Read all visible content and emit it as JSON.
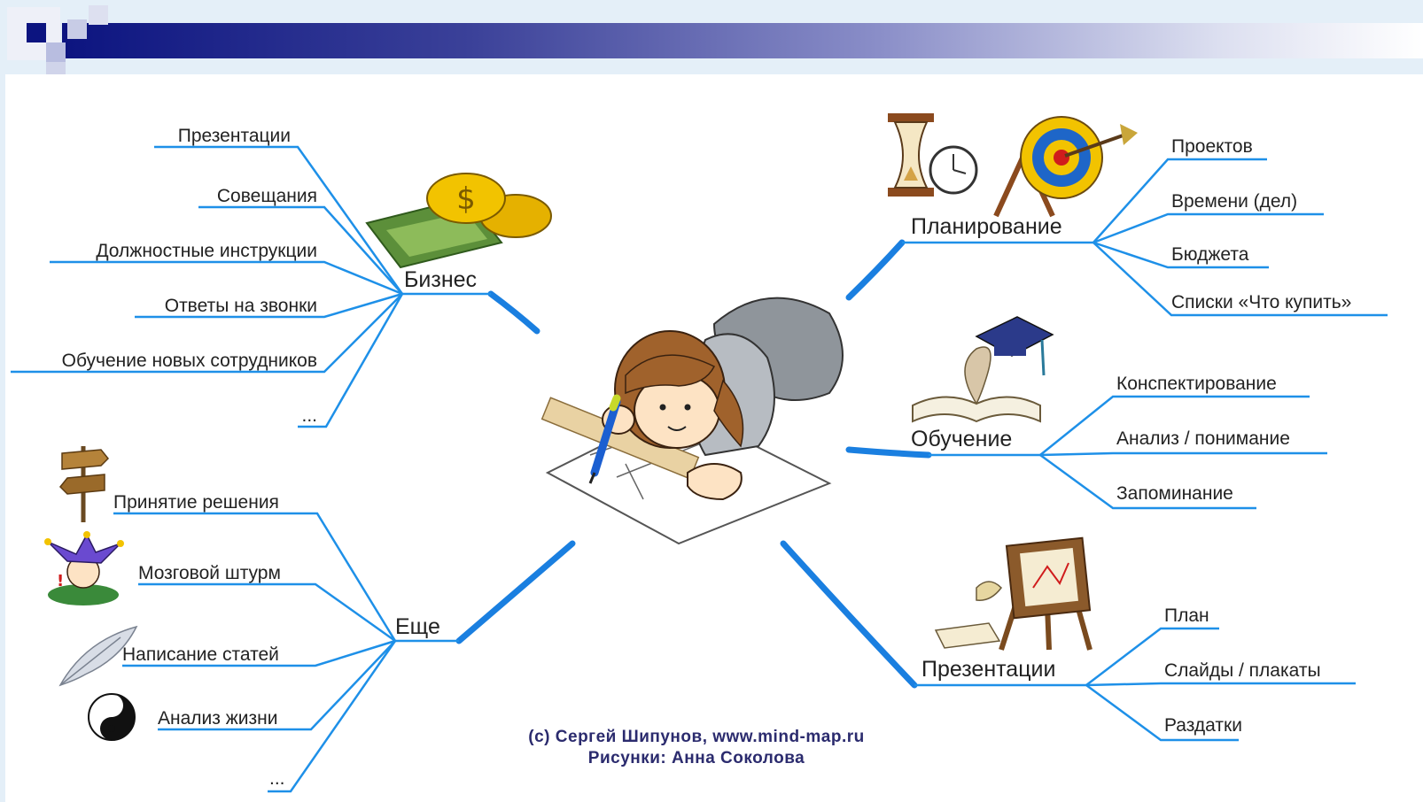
{
  "colors": {
    "header_dark": "#0c1480",
    "branch_line": "#1e90e8",
    "center_line": "#1a7fe0",
    "credit_text": "#2b2b6e"
  },
  "icons": {
    "business": "coins-and-money-icon",
    "planning": "hourglass-stopwatch-and-target-icon",
    "education": "book-and-graduation-cap-icon",
    "presentations": "easel-board-icon",
    "more": "signpost-jester-feather-yinyang-icons",
    "center": "girl-drawing-illustration"
  },
  "mindmap": {
    "business": {
      "title": "Бизнес",
      "items": [
        "Презентации",
        "Совещания",
        "Должностные инструкции",
        "Ответы на звонки",
        "Обучение новых сотрудников",
        "..."
      ]
    },
    "more": {
      "title": "Еще",
      "items": [
        "Принятие решения",
        "Мозговой штурм",
        "Написание статей",
        "Анализ жизни",
        "..."
      ]
    },
    "planning": {
      "title": "Планирование",
      "items": [
        "Проектов",
        "Времени (дел)",
        "Бюджета",
        "Списки «Что купить»"
      ]
    },
    "education": {
      "title": "Обучение",
      "items": [
        "Конспектирование",
        "Анализ / понимание",
        "Запоминание"
      ]
    },
    "presentations": {
      "title": "Презентации",
      "items": [
        "План",
        "Слайды / плакаты",
        "Раздатки"
      ]
    }
  },
  "credits": {
    "line1": "(c) Сергей Шипунов, www.mind-map.ru",
    "line2": "Рисунки: Анна Соколова"
  }
}
